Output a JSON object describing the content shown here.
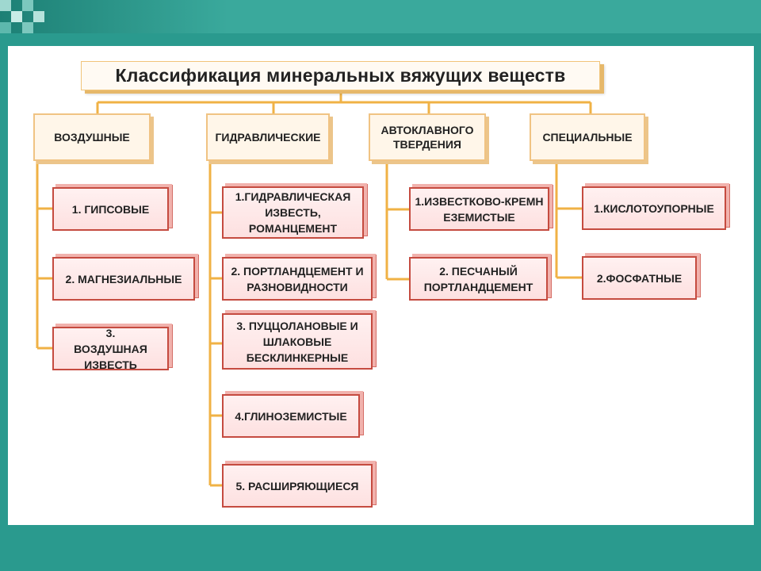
{
  "colors": {
    "background": "#2a9a8e",
    "connector": "#f0b245",
    "item_border": "#c54b40",
    "category_border": "#f0c383"
  },
  "title": "Классификация минеральных вяжущих веществ",
  "categories": [
    {
      "label": "ВОЗДУШНЫЕ",
      "items": [
        "1. ГИПСОВЫЕ",
        "2. МАГНЕЗИАЛЬНЫЕ",
        "3. ВОЗДУШНАЯ ИЗВЕСТЬ"
      ]
    },
    {
      "label": "ГИДРАВЛИЧЕСКИЕ",
      "items": [
        "1.ГИДРАВЛИЧЕСКАЯ ИЗВЕСТЬ, РОМАНЦЕМЕНТ",
        "2. ПОРТЛАНДЦЕМЕНТ И РАЗНОВИДНОСТИ",
        "3. ПУЦЦОЛАНОВЫЕ И ШЛАКОВЫЕ БЕСКЛИНКЕРНЫЕ",
        "4.ГЛИНОЗЕМИСТЫЕ",
        "5. РАСШИРЯЮЩИЕСЯ"
      ]
    },
    {
      "label": "АВТОКЛАВНОГО ТВЕРДЕНИЯ",
      "items": [
        "1.ИЗВЕСТКОВО-КРЕМНЕЗЕМИСТЫЕ",
        "2. ПЕСЧАНЫЙ ПОРТЛАНДЦЕМЕНТ"
      ]
    },
    {
      "label": "СПЕЦИАЛЬНЫЕ",
      "items": [
        "1.КИСЛОТОУПОРНЫЕ",
        "2.ФОСФАТНЫЕ"
      ]
    }
  ]
}
